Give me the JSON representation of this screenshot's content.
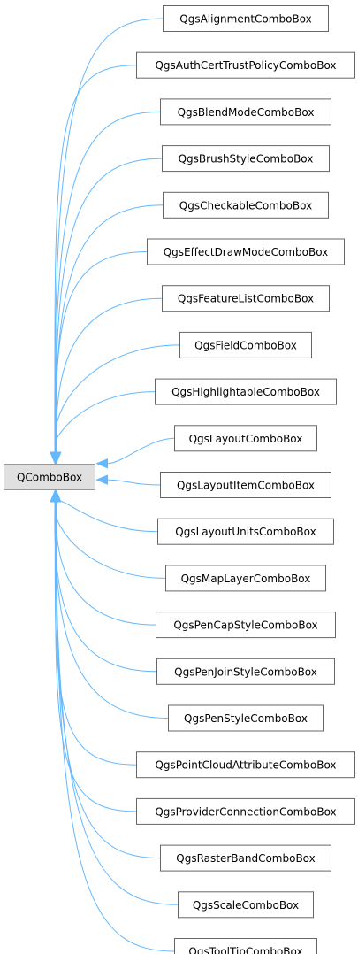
{
  "base_class": {
    "label": "QComboBox"
  },
  "derived_classes": [
    {
      "label": "QgsAlignmentComboBox"
    },
    {
      "label": "QgsAuthCertTrustPolicyComboBox"
    },
    {
      "label": "QgsBlendModeComboBox"
    },
    {
      "label": "QgsBrushStyleComboBox"
    },
    {
      "label": "QgsCheckableComboBox"
    },
    {
      "label": "QgsEffectDrawModeComboBox"
    },
    {
      "label": "QgsFeatureListComboBox"
    },
    {
      "label": "QgsFieldComboBox"
    },
    {
      "label": "QgsHighlightableComboBox"
    },
    {
      "label": "QgsLayoutComboBox"
    },
    {
      "label": "QgsLayoutItemComboBox"
    },
    {
      "label": "QgsLayoutUnitsComboBox"
    },
    {
      "label": "QgsMapLayerComboBox"
    },
    {
      "label": "QgsPenCapStyleComboBox"
    },
    {
      "label": "QgsPenJoinStyleComboBox"
    },
    {
      "label": "QgsPenStyleComboBox"
    },
    {
      "label": "QgsPointCloudAttributeComboBox"
    },
    {
      "label": "QgsProviderConnectionComboBox"
    },
    {
      "label": "QgsRasterBandComboBox"
    },
    {
      "label": "QgsScaleComboBox"
    },
    {
      "label": "QgsToolTipComboBox"
    }
  ],
  "colors": {
    "edge": "#63b8ff",
    "base_fill": "#e0e0e0",
    "node_border": "#666666"
  }
}
